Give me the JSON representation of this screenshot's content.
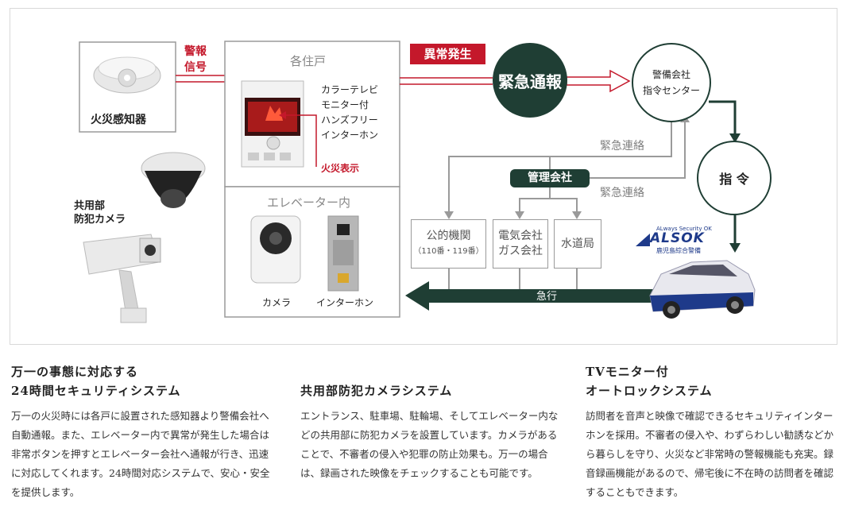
{
  "diagram": {
    "alarm_signal_line1": "警報",
    "alarm_signal_line2": "信号",
    "fire_detector": "火災感知器",
    "each_unit": "各住戸",
    "intercom_desc": [
      "カラーテレビ",
      "モニター付",
      "ハンズフリー",
      "インターホン"
    ],
    "fire_display": "火災表示",
    "elevator": "エレベーター内",
    "camera": "カメラ",
    "intercom": "インターホン",
    "common_camera_line1": "共用部",
    "common_camera_line2": "防犯カメラ",
    "abnormal": "異常発生",
    "emergency_report": "緊急通報",
    "security_center_line1": "警備会社",
    "security_center_line2": "指令センター",
    "command": "指 令",
    "emergency_contact_1": "緊急連絡",
    "emergency_contact_2": "緊急連絡",
    "management": "管理会社",
    "public_agency": "公的機関",
    "public_agency_sub": "（110番・119番）",
    "utility_line1": "電気会社",
    "utility_line2": "ガス会社",
    "water": "水道局",
    "rush": "急行",
    "alsok_tagline": "ALways Security OK",
    "alsok_logo": "ALSOK",
    "alsok_company": "鹿児島綜合警備"
  },
  "sections": [
    {
      "title_line1": "万一の事態に対応する",
      "title_line2": "24時間セキュリティシステム",
      "body": "万一の火災時には各戸に設置された感知器より警備会社へ自動通報。また、エレベーター内で異常が発生した場合は非常ボタンを押すとエレベーター会社へ通報が行き、迅速に対応してくれます。24時間対応システムで、安心・安全を提供します。"
    },
    {
      "title_line1": "",
      "title_line2": "共用部防犯カメラシステム",
      "body": "エントランス、駐車場、駐輪場、そしてエレベーター内などの共用部に防犯カメラを設置しています。カメラがあることで、不審者の侵入や犯罪の防止効果も。万一の場合は、録画された映像をチェックすることも可能です。"
    },
    {
      "title_line1": "TVモニター付",
      "title_line2": "オートロックシステム",
      "body": "訪問者を音声と映像で確認できるセキュリティインターホンを採用。不審者の侵入や、わずらわしい勧誘などから暮らしを守り、火災など非常時の警報機能も充実。録音録画機能があるので、帰宅後に不在時の訪問者を確認することもできます。"
    }
  ],
  "colors": {
    "red": "#c4182b",
    "dark_green": "#1f3e34",
    "gray": "#9a9a9a",
    "alsok_blue": "#1e3a8a"
  }
}
